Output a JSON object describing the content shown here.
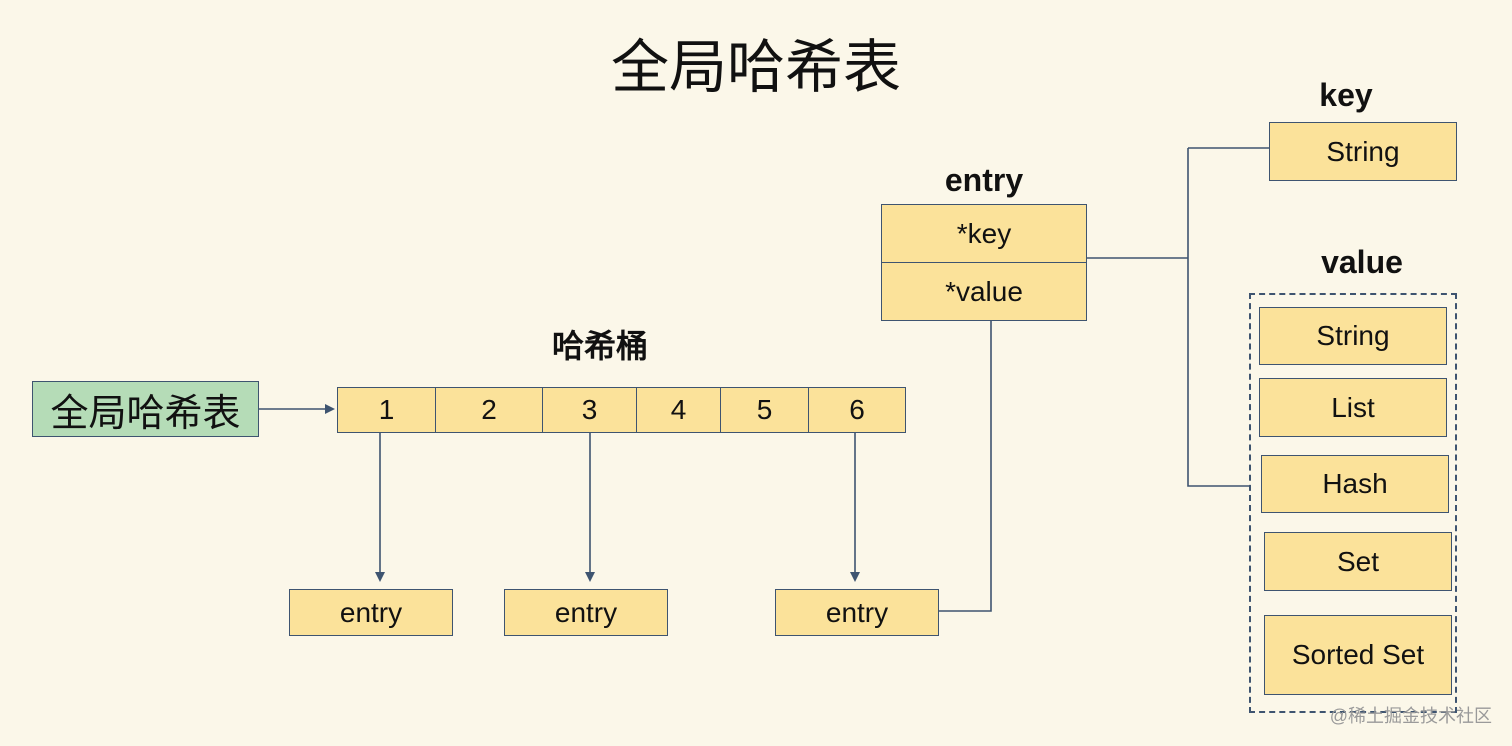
{
  "title": "全局哈希表",
  "global_table_label": "全局哈希表",
  "bucket_label": "哈希桶",
  "buckets": [
    "1",
    "2",
    "3",
    "4",
    "5",
    "6"
  ],
  "bucket_entries": [
    "entry",
    "entry",
    "entry"
  ],
  "entry": {
    "title": "entry",
    "fields": [
      "*key",
      "*value"
    ]
  },
  "key": {
    "title": "key",
    "type": "String"
  },
  "value": {
    "title": "value",
    "types": [
      "String",
      "List",
      "Hash",
      "Set",
      "Sorted Set"
    ]
  },
  "watermark": "@稀土掘金技术社区",
  "colors": {
    "background": "#fbf7e9",
    "box_fill": "#fbe29a",
    "green_fill": "#b5dcb7",
    "line": "#3e5470"
  }
}
